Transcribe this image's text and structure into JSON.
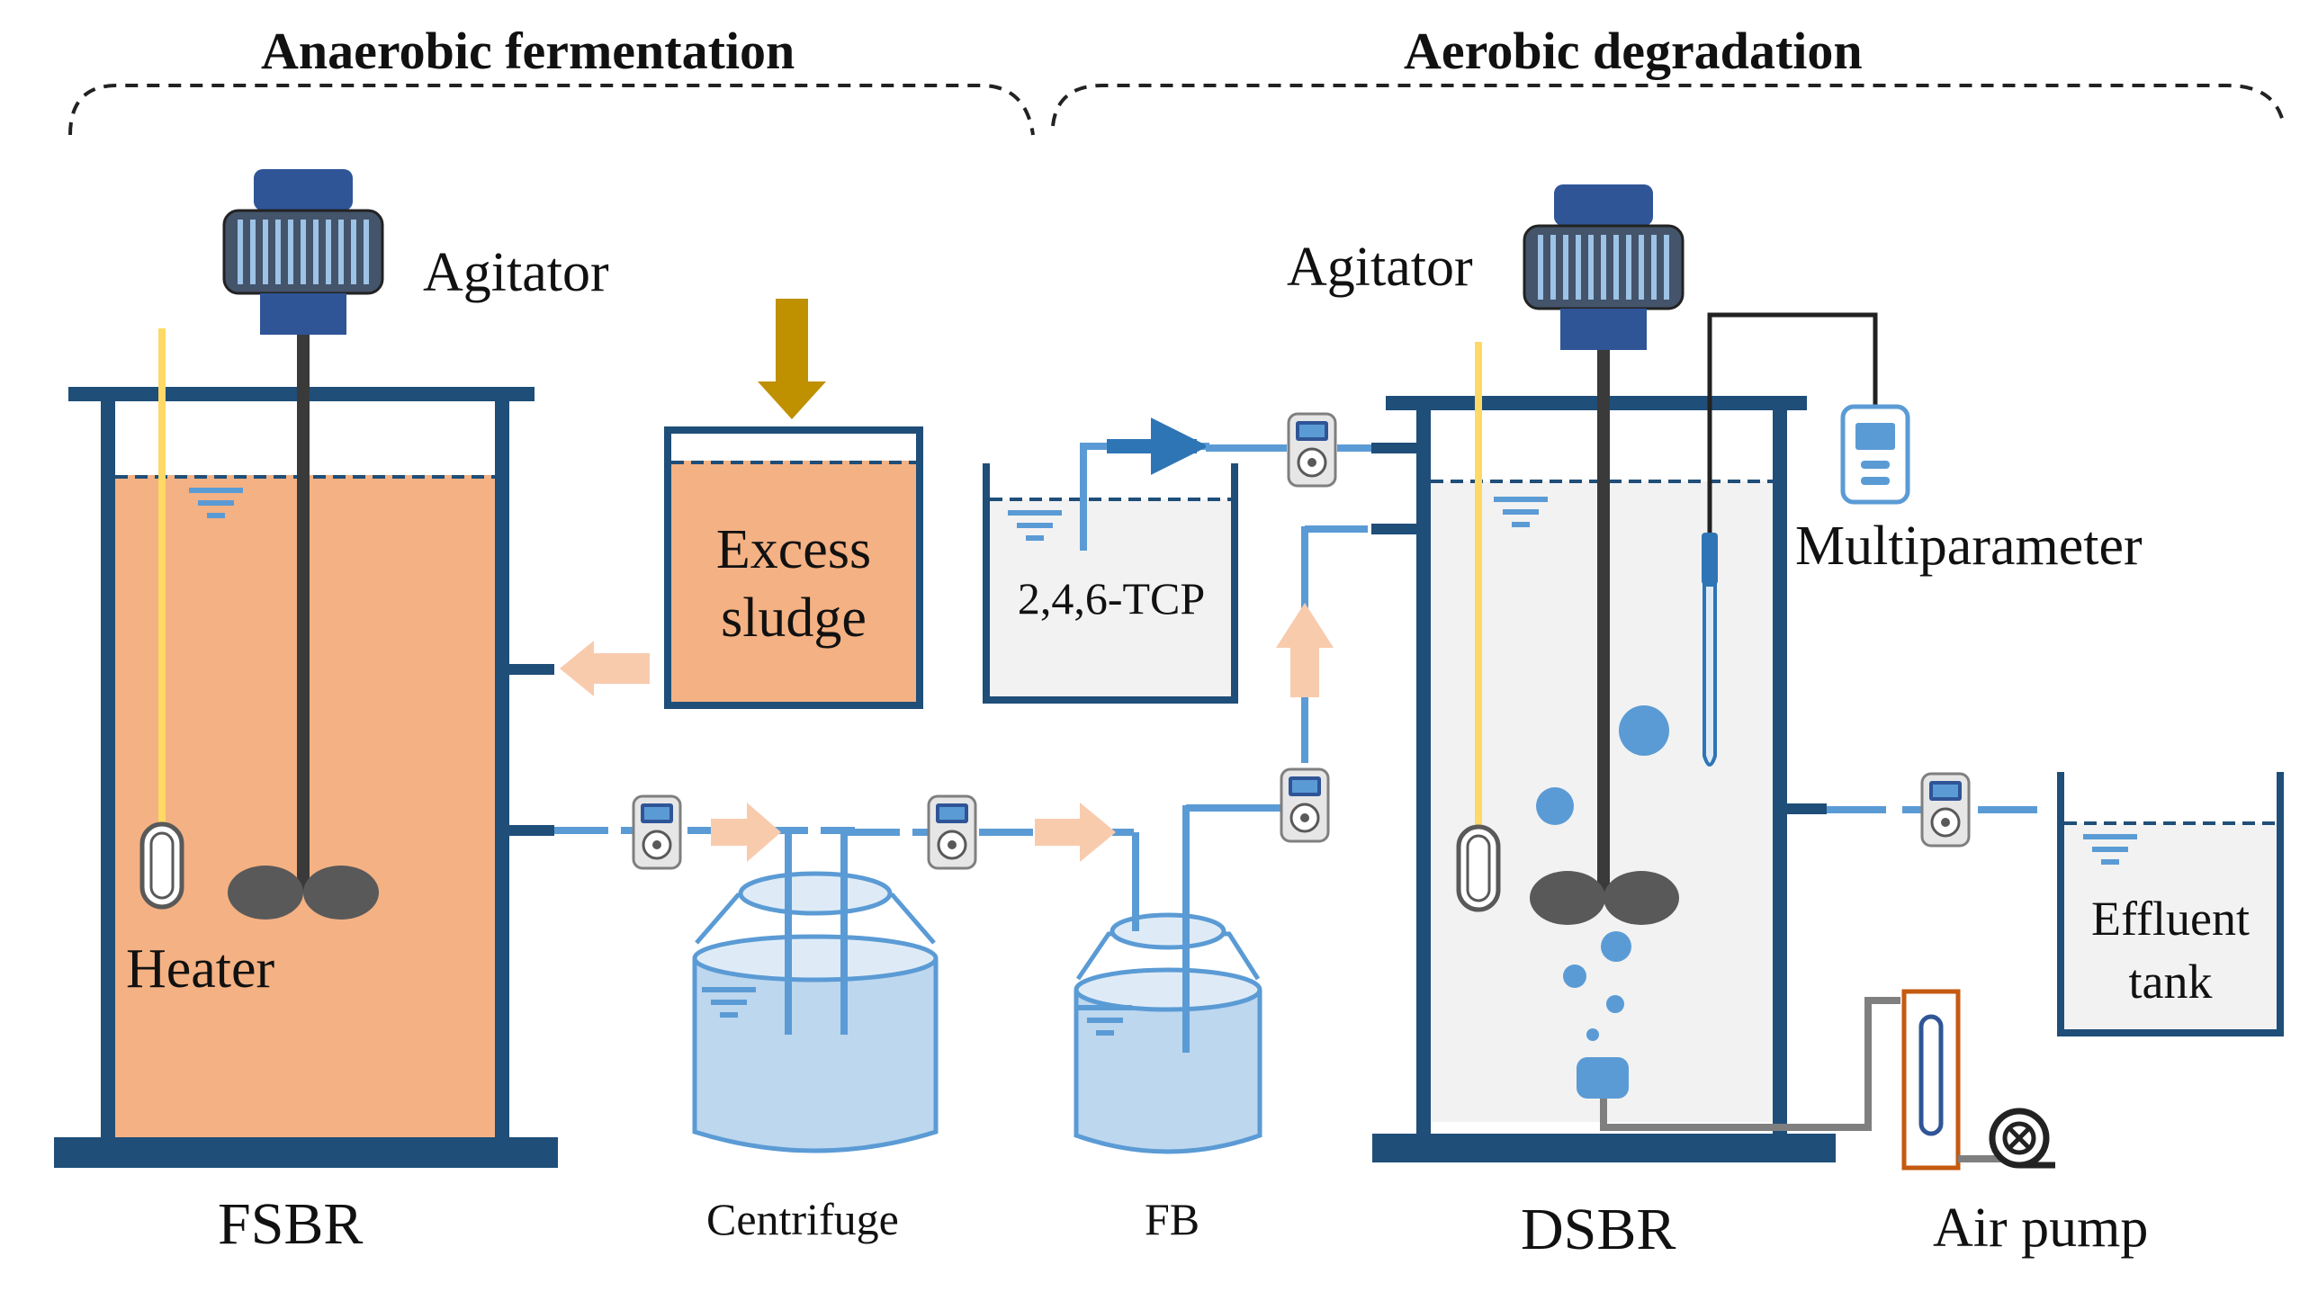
{
  "headers": {
    "anaerobic": "Anaerobic fermentation",
    "aerobic": "Aerobic degradation"
  },
  "labels": {
    "agitator_left": "Agitator",
    "agitator_right": "Agitator",
    "excess_sludge_line1": "Excess",
    "excess_sludge_line2": "sludge",
    "tcp": "2,4,6-TCP",
    "multiparameter": "Multiparameter",
    "heater": "Heater",
    "effluent_line1": "Effluent",
    "effluent_line2": "tank",
    "fsbr": "FSBR",
    "centrifuge": "Centrifuge",
    "fb": "FB",
    "dsbr": "DSBR",
    "air_pump": "Air pump"
  },
  "colors": {
    "frame": "#1f4e79",
    "sludge": "#f4b183",
    "arrow_orange": "#f8cbad",
    "pipe": "#5b9bd5",
    "liquid_light": "#bdd7ee",
    "arrow_gold": "#bf9000",
    "heater_rod": "#ffd966",
    "flowmeter": "#c55a11",
    "paddle": "#595959",
    "tank_grey": "#f2f2f2"
  },
  "icons": [
    "agitator-motor-icon",
    "peristaltic-pump-icon",
    "heater-icon",
    "multiparameter-meter-icon",
    "air-pump-icon",
    "flowmeter-icon",
    "water-level-icon",
    "bubble-icon"
  ]
}
